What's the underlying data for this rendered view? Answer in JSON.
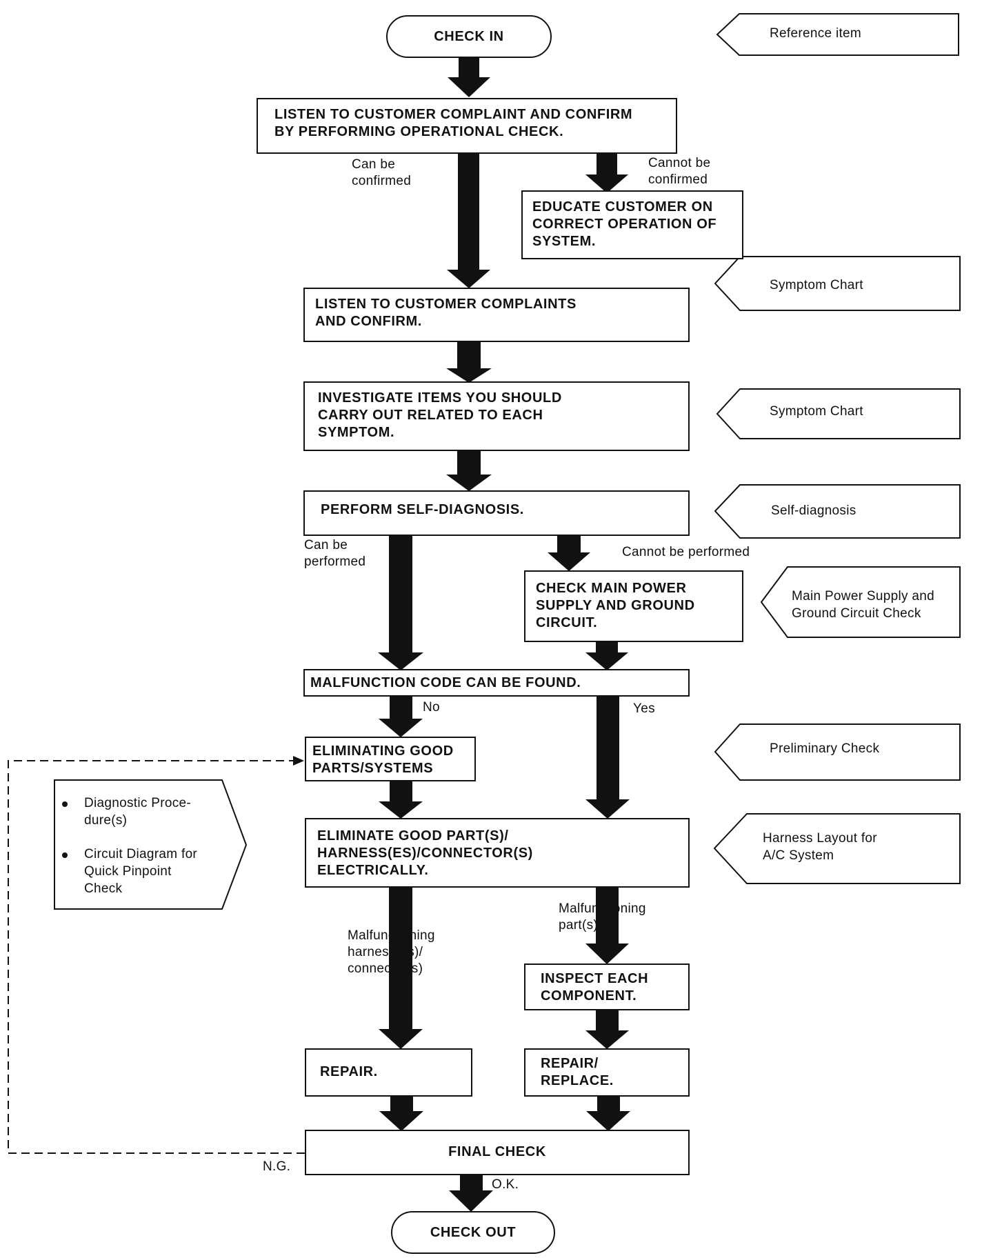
{
  "nodes": {
    "check_in": "CHECK IN",
    "listen_confirm": "LISTEN TO CUSTOMER COMPLAINT AND CONFIRM\nBY PERFORMING OPERATIONAL CHECK.",
    "educate": "EDUCATE CUSTOMER ON\nCORRECT OPERATION OF\nSYSTEM.",
    "listen_complaints": "LISTEN TO CUSTOMER COMPLAINTS\nAND CONFIRM.",
    "investigate": "INVESTIGATE ITEMS YOU SHOULD\nCARRY OUT RELATED TO EACH\nSYMPTOM.",
    "self_diag": "PERFORM SELF-DIAGNOSIS.",
    "check_power": "CHECK MAIN POWER\nSUPPLY AND GROUND\nCIRCUIT.",
    "malfunction_code": "MALFUNCTION CODE CAN BE FOUND.",
    "eliminating_good": "ELIMINATING GOOD\nPARTS/SYSTEMS",
    "eliminate_electrically": "ELIMINATE GOOD PART(S)/\nHARNESS(ES)/CONNECTOR(S)\nELECTRICALLY.",
    "inspect_each": "INSPECT EACH\nCOMPONENT.",
    "repair": "REPAIR.",
    "repair_replace": "REPAIR/\nREPLACE.",
    "final_check": "FINAL CHECK",
    "check_out": "CHECK OUT"
  },
  "edge_labels": {
    "can_confirmed": "Can be\nconfirmed",
    "cannot_confirmed": "Cannot be\nconfirmed",
    "can_performed": "Can be\nperformed",
    "cannot_performed": "Cannot be performed",
    "no": "No",
    "yes": "Yes",
    "malf_parts": "Malfunctioning\npart(s)",
    "malf_harness": "Malfunctioning\nharness(es)/\nconnector(s)",
    "ng": "N.G.",
    "ok": "O.K."
  },
  "references": {
    "reference_item": "Reference item",
    "symptom_chart_1": "Symptom Chart",
    "symptom_chart_2": "Symptom Chart",
    "self_diagnosis": "Self-diagnosis",
    "main_power": "Main Power Supply and\nGround Circuit Check",
    "preliminary": "Preliminary Check",
    "harness_layout": "Harness Layout for\nA/C System"
  },
  "left_reference": {
    "item1": "Diagnostic Proce-\ndure(s)",
    "item2": "Circuit Diagram for\nQuick Pinpoint\nCheck"
  }
}
